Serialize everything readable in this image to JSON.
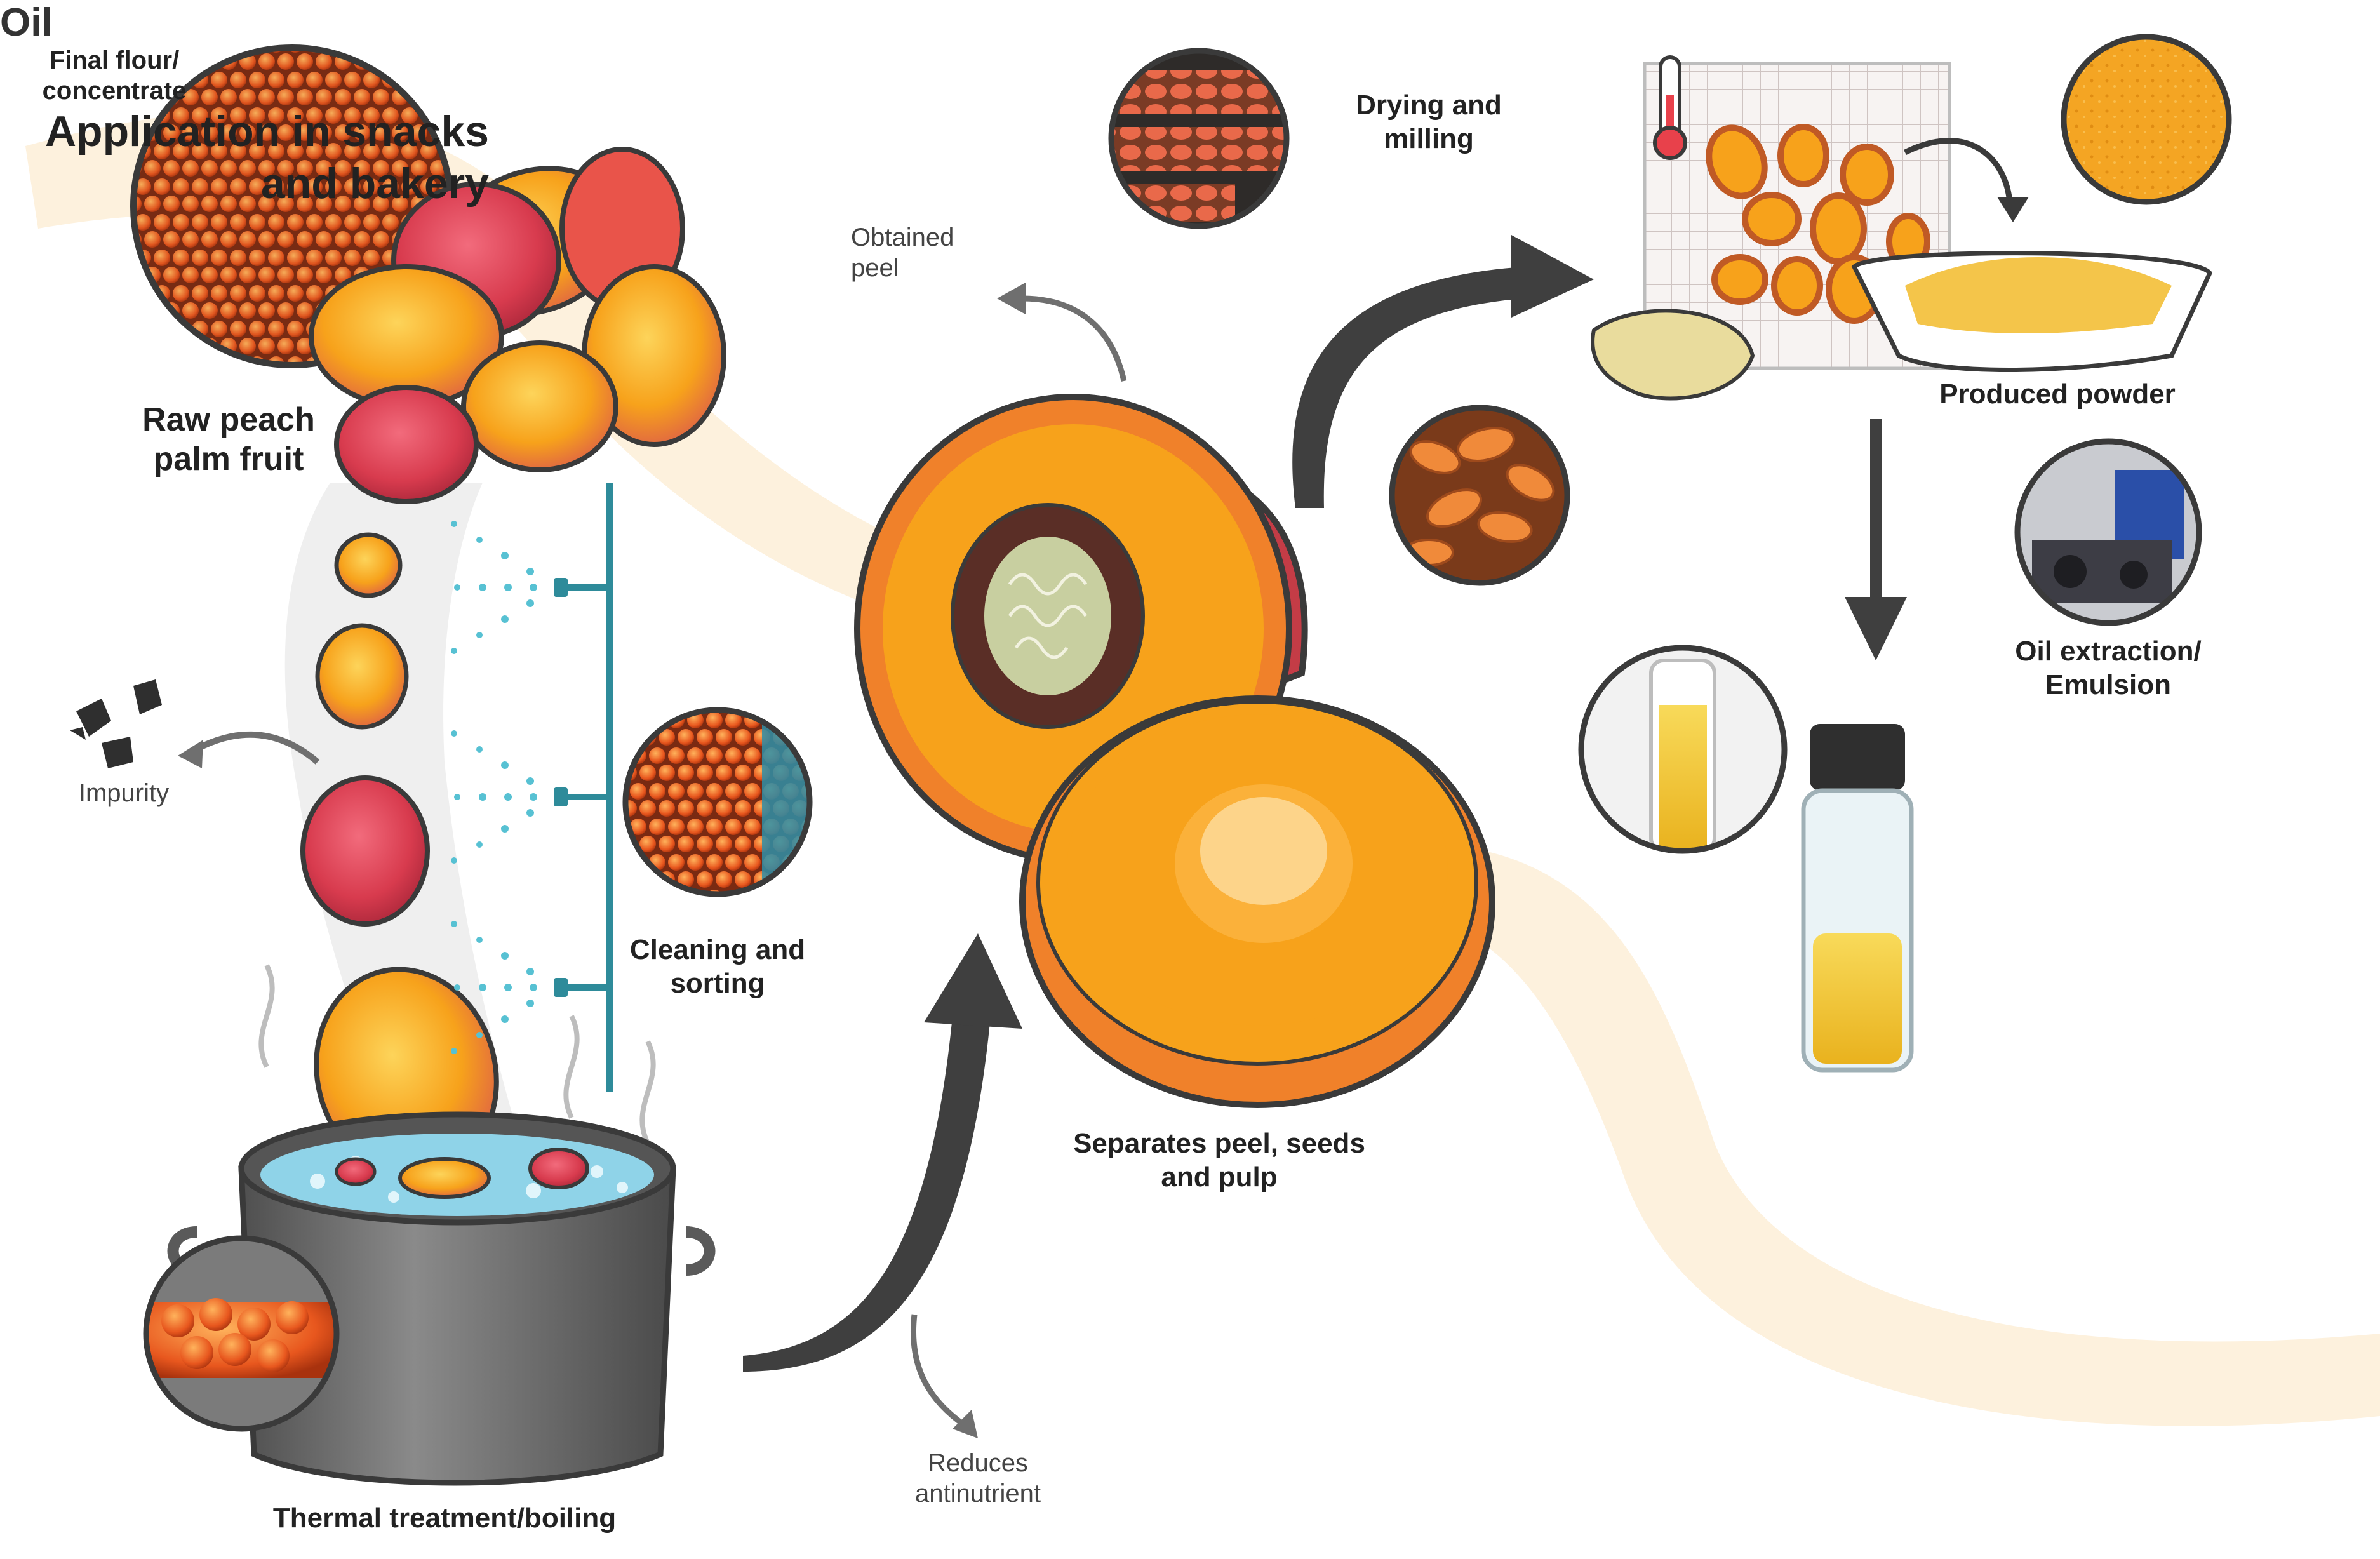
{
  "labels": {
    "raw_fruit": "Raw peach\npalm fruit",
    "impurity": "Impurity",
    "cleaning": "Cleaning and\nsorting",
    "thermal": "Thermal treatment/boiling",
    "obtained_peel": "Obtained\npeel",
    "separates": "Separates peel, seeds\nand pulp",
    "reduces": "Reduces\nantinutrient",
    "drying": "Drying and\nmilling",
    "powder": "Produced powder",
    "oil_extraction": "Oil extraction/\nEmulsion",
    "oil_bottle": "Oil",
    "final_flour": "Final flour/\nconcentrate",
    "application": "Application in snacks\nand bakery"
  },
  "colors": {
    "orange": "#F7A21B",
    "dark_orange": "#F0812A",
    "red_fruit": "#D83B4E",
    "dark_outline": "#3A3A3A",
    "pipe": "#2E8B9A",
    "spray": "#57C1D3",
    "arrow": "#3F3F3F",
    "background_ribbon": "#FDF1DD",
    "pot": "#6F6F6F",
    "water": "#8FD3E8",
    "oil": "#F2C531",
    "flour": "#F4D9B4"
  },
  "icons": {
    "thermometer": "thermometer-icon",
    "spray": "spray-nozzle-icon"
  }
}
